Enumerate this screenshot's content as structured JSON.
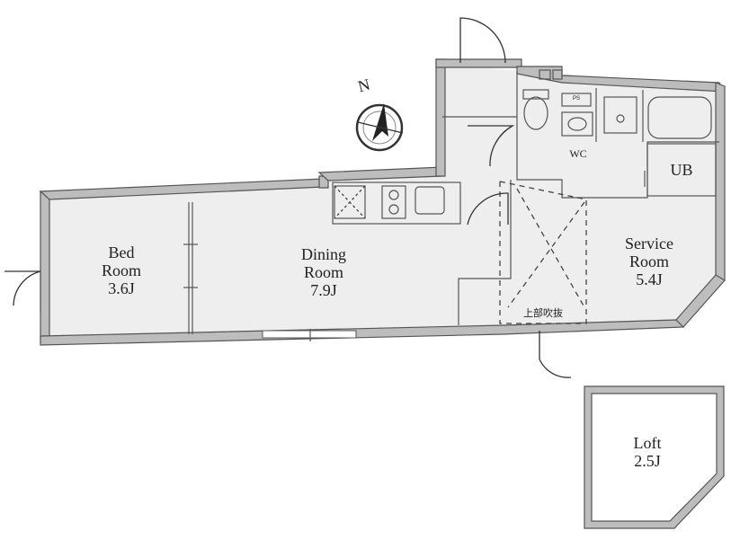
{
  "compass": {
    "letter": "N"
  },
  "rooms": {
    "bed": {
      "name": "Bed",
      "name2": "Room",
      "size": "3.6J"
    },
    "dining": {
      "name": "Dining",
      "name2": "Room",
      "size": "7.9J"
    },
    "service": {
      "name": "Service",
      "name2": "Room",
      "size": "5.4J"
    },
    "loft": {
      "name": "Loft",
      "size": "2.5J"
    },
    "wc": {
      "name": "WC"
    },
    "ub": {
      "name": "UB"
    },
    "void": {
      "name": "上部吹抜"
    }
  },
  "fixtures": {
    "ps": "PS"
  }
}
